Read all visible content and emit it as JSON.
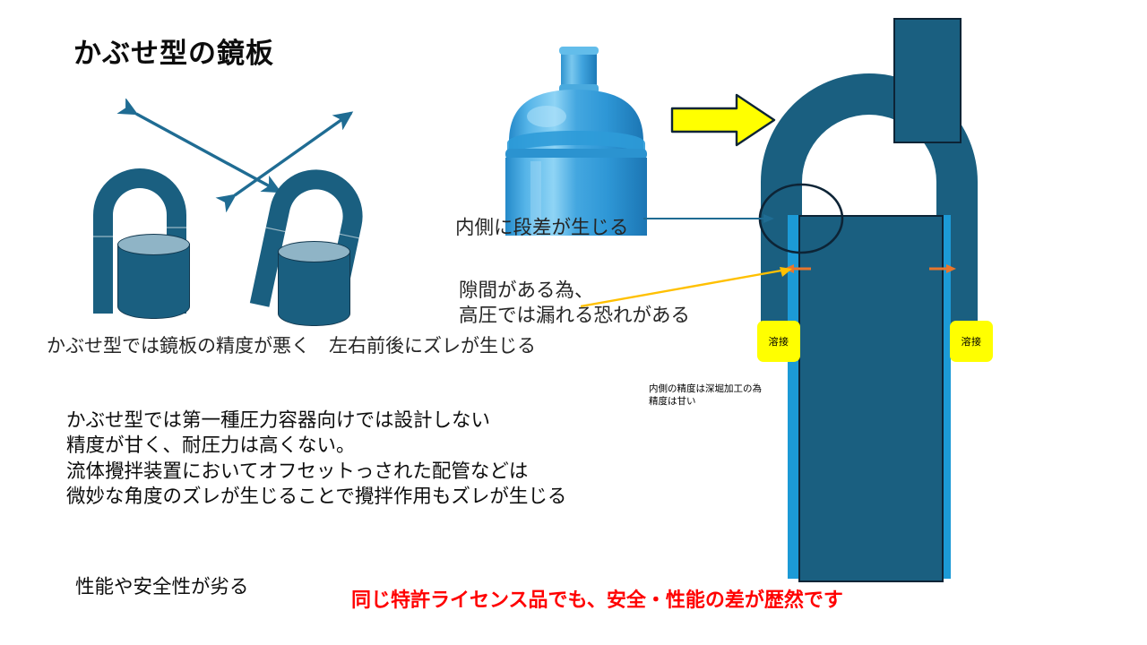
{
  "slide": {
    "title": "かぶせ型の鏡板",
    "left_caption": "かぶせ型では鏡板の精度が悪く　左右前後にズレが生じる",
    "body_lines": [
      "かぶせ型では第一種圧力容器向けでは設計しない",
      "精度が甘く、耐圧力は高くない。",
      "流体攪拌装置においてオフセットっされた配管などは",
      "微妙な角度のズレが生じることで攪拌作用もズレが生じる"
    ],
    "conclusion": "性能や安全性が劣る",
    "red_note": "同じ特許ライセンス品でも、安全・性能の差が歴然です"
  },
  "annotations": {
    "step_label": "内側に段差が生じる",
    "gap_label_line1": "隙間がある為、",
    "gap_label_line2": "高圧では漏れる恐れがある",
    "small_note_line1": "内側の精度は深堀加工の為",
    "small_note_line2": "精度は甘い",
    "weld_left": "溶接",
    "weld_right": "溶接"
  },
  "colors": {
    "teal_dark": "#1a5f80",
    "teal_outline": "#0d2436",
    "light_blue_gap": "#1c9ad6",
    "cylinder_top": "#8fb4c6",
    "weld_yellow": "#ffff00",
    "arrow_yellow": "#ffd400",
    "block_arrow_yellow": "#ffff00",
    "orange_arrow": "#e8762c",
    "red_text": "#ff0000",
    "vessel_blue": "#2b9ee0"
  },
  "icons": {
    "left_double_arrow": "double-headed-arrow-icon",
    "right_double_arrow": "double-headed-arrow-icon",
    "block_arrow": "right-block-arrow-icon",
    "pointer_arrow": "arrow-pointer-icon",
    "leader_line": "leader-line-icon",
    "highlight_ellipse": "ellipse-highlight-icon",
    "orange_left_arrow": "left-arrow-icon",
    "orange_right_arrow": "right-arrow-icon"
  }
}
